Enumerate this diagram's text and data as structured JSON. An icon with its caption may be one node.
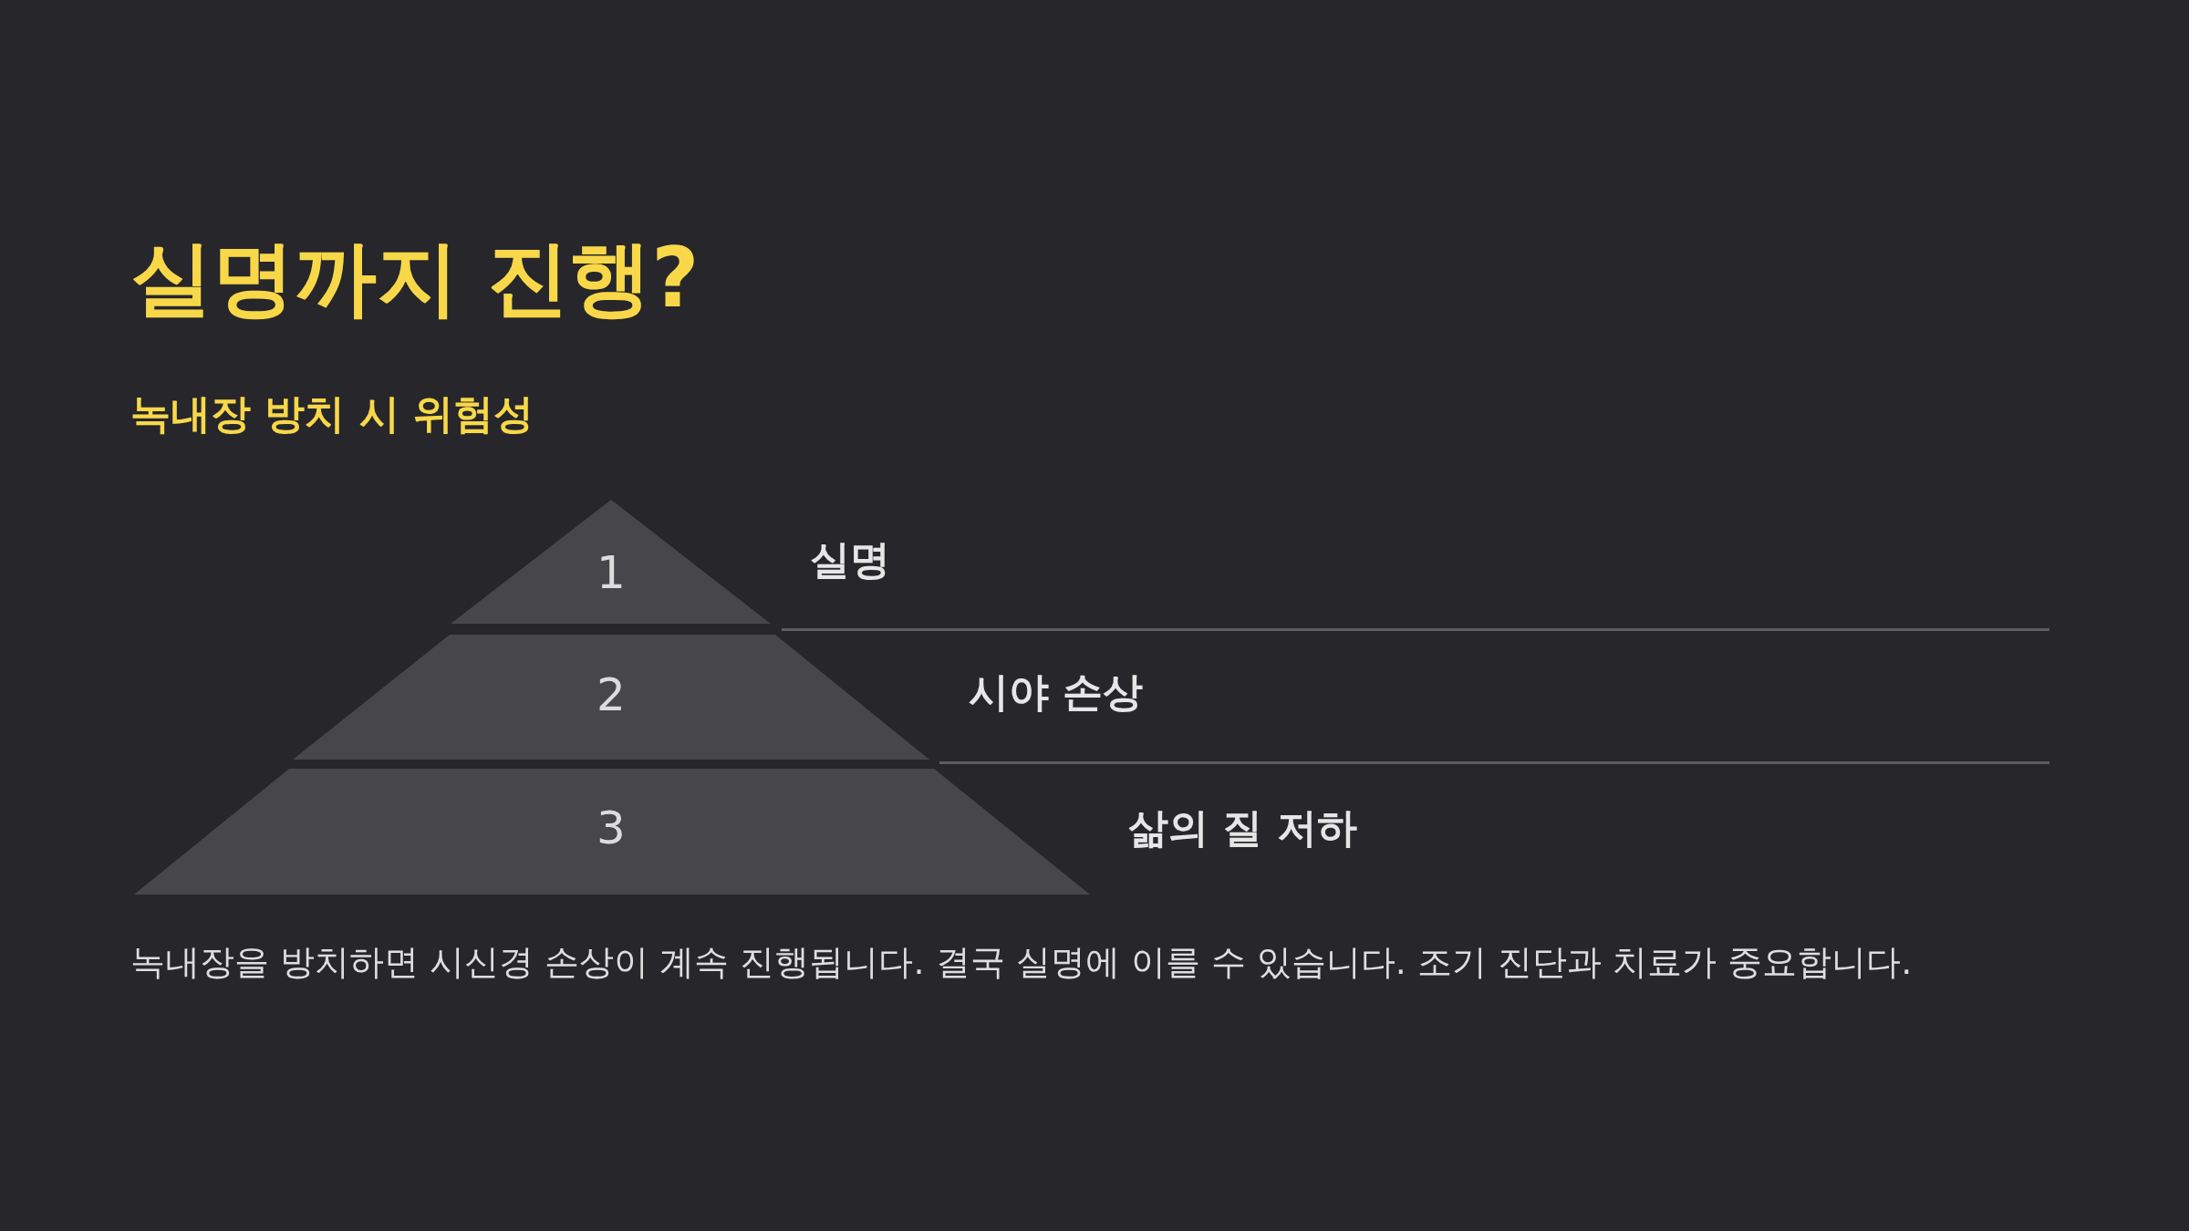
{
  "diagram": {
    "title": "실명까지 진행?",
    "nodes": [
      {
        "text": [
          "1"
        ],
        "beside": [
          "실명"
        ]
      },
      {
        "text": [
          "2"
        ],
        "beside": [
          "시야 손상"
        ]
      },
      {
        "text": [
          "3"
        ],
        "beside": [
          "삶의 질 저하"
        ]
      }
    ],
    "labels": [
      "녹내장 방치 시 위험성"
    ],
    "caption": "녹내장을 방치하면 시신경 손상이 계속 진행됩니다. 결국 실명에 이를 수 있습니다. 조기 진단과 치료가 중요합니다."
  }
}
